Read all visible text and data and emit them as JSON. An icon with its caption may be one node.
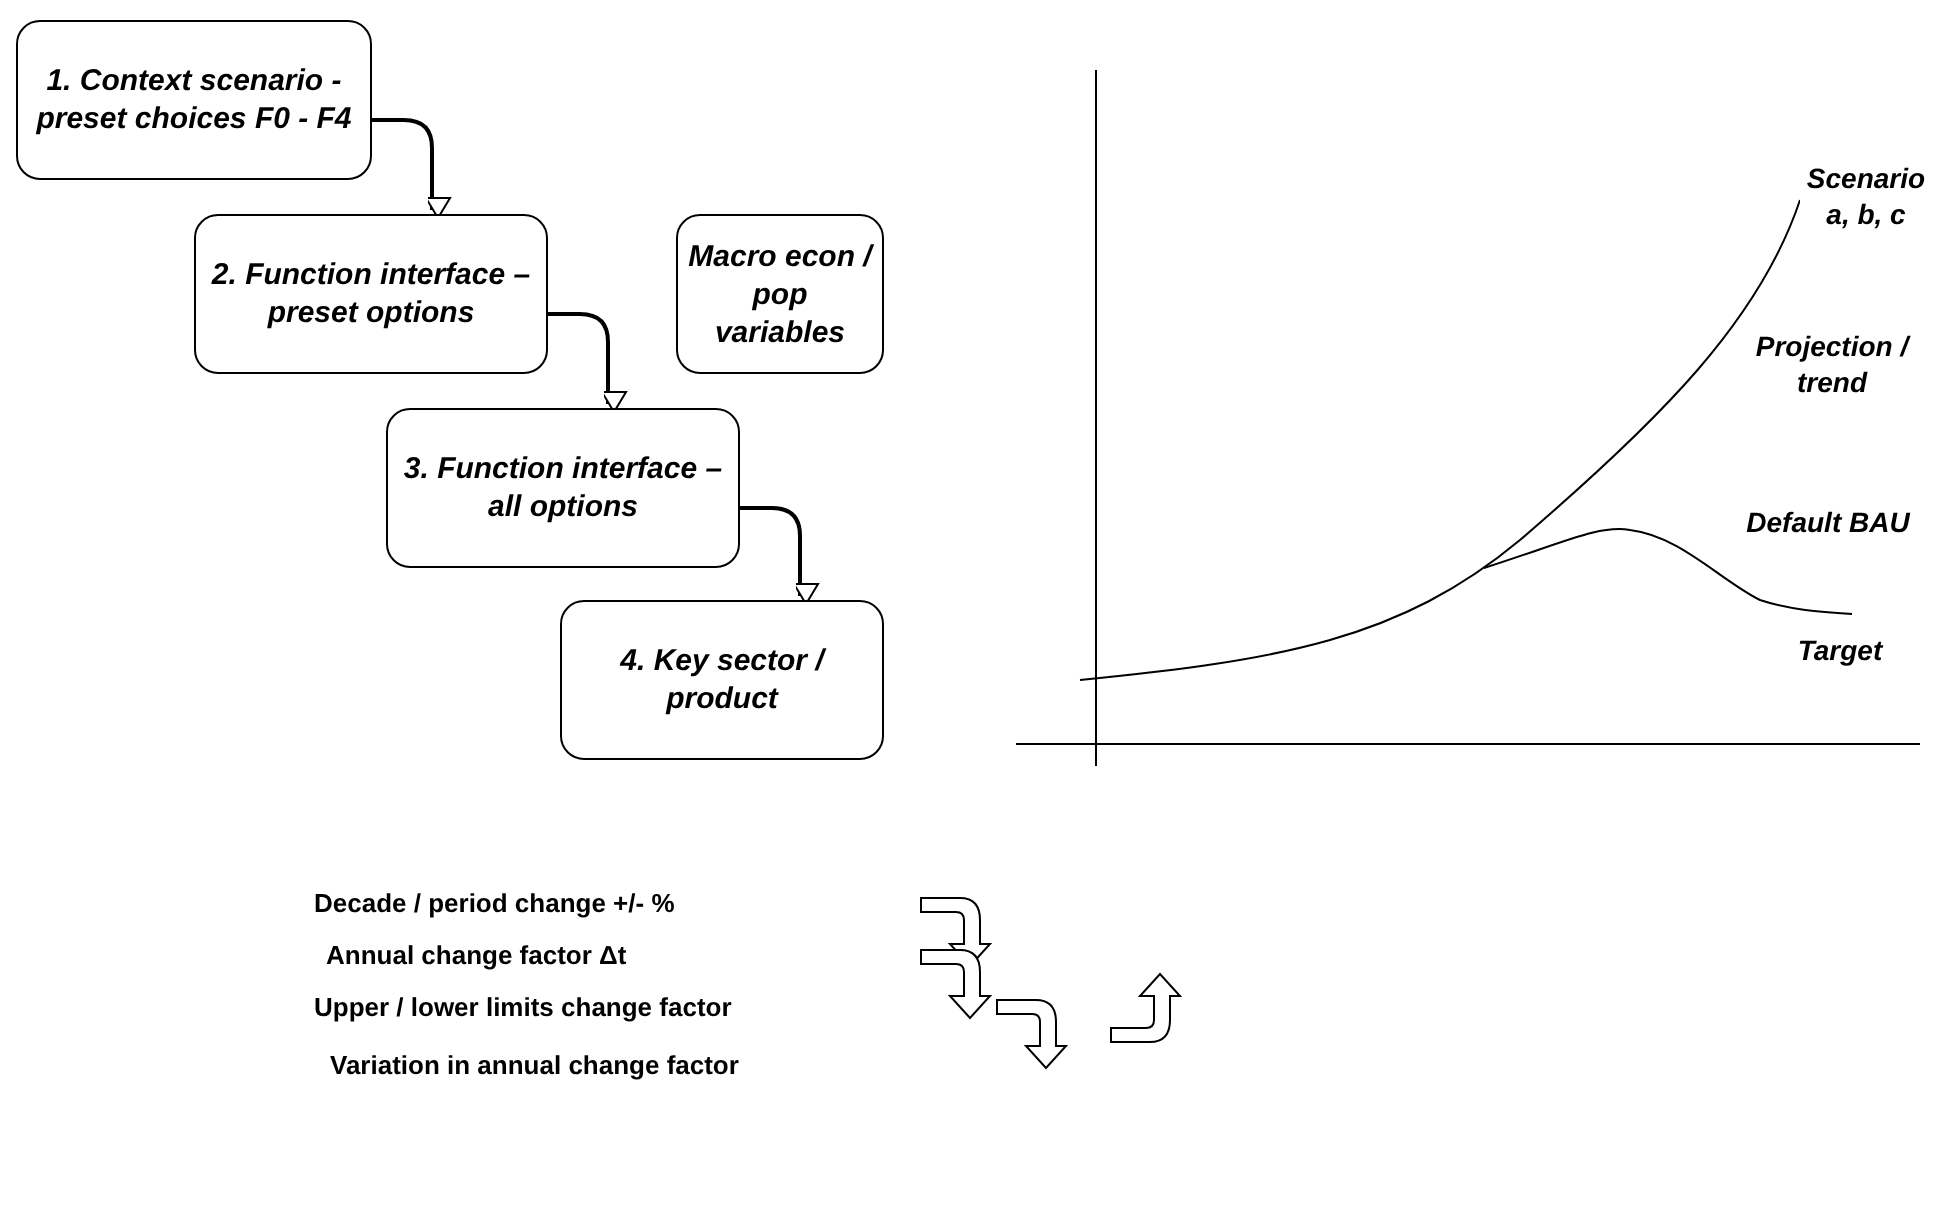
{
  "diagram": {
    "nodes": [
      {
        "text": [
          "1. Context scenario - preset choices F0 - F4"
        ]
      },
      {
        "text": [
          "2. Function interface – preset options"
        ]
      },
      {
        "text": [
          "Macro econ / pop variables"
        ]
      },
      {
        "text": [
          "3. Function interface – all options"
        ]
      },
      {
        "text": [
          "4. Key sector / product"
        ]
      }
    ],
    "edges": [
      {
        "from": 0,
        "to": 1,
        "arrow": "to"
      },
      {
        "from": 1,
        "to": 3,
        "arrow": "to"
      },
      {
        "from": 3,
        "to": 4,
        "arrow": "to"
      }
    ],
    "labels": [
      "Scenario a, b, c",
      "Projection / trend",
      "Default BAU",
      "Target",
      "Decade / period change +/- %",
      "Annual change factor Δt",
      "Upper / lower limits change factor",
      "Variation in annual change factor"
    ]
  }
}
